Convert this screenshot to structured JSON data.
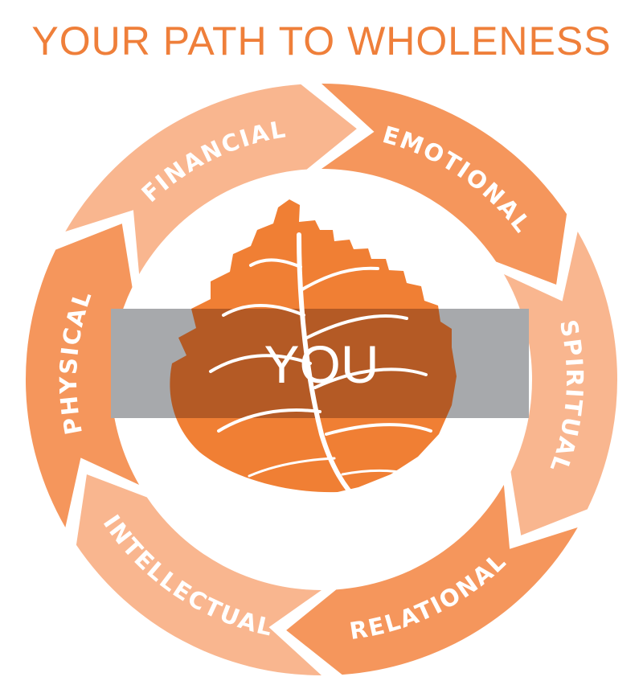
{
  "title": "YOUR PATH TO WHOLENESS",
  "center": {
    "label": "YOU"
  },
  "colors": {
    "title": "#ef7f3a",
    "light_segment": "#f9b68f",
    "mid_segment": "#f5965c",
    "leaf": "#f07f34",
    "band": "#a7a9ac",
    "overlap": "#b45a25"
  },
  "segments": [
    {
      "label": "FINANCIAL",
      "shade": "light"
    },
    {
      "label": "EMOTIONAL",
      "shade": "mid"
    },
    {
      "label": "SPIRITUAL",
      "shade": "light"
    },
    {
      "label": "RELATIONAL",
      "shade": "mid"
    },
    {
      "label": "INTELLECTUAL",
      "shade": "light"
    },
    {
      "label": "PHYSICAL",
      "shade": "mid"
    }
  ]
}
